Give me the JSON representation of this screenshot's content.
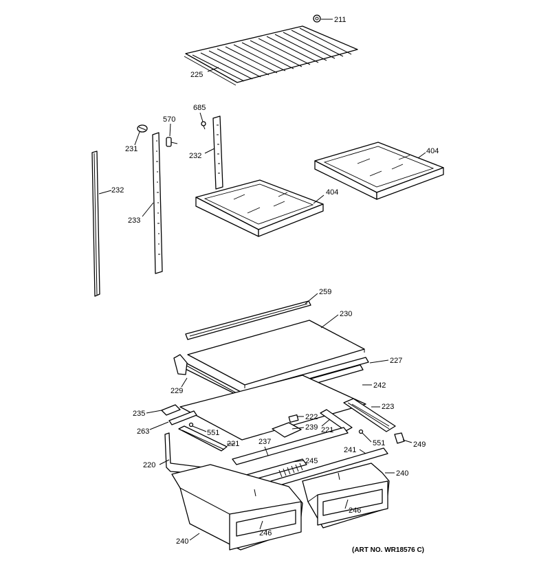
{
  "callouts": {
    "c211": "211",
    "c225": "225",
    "c685": "685",
    "c570": "570",
    "c231": "231",
    "c232a": "232",
    "c232b": "232",
    "c233": "233",
    "c404a": "404",
    "c404b": "404",
    "c259": "259",
    "c230": "230",
    "c227": "227",
    "c229": "229",
    "c242": "242",
    "c223": "223",
    "c235": "235",
    "c222": "222",
    "c263": "263",
    "c239": "239",
    "c551a": "551",
    "c221a": "221",
    "c221b": "221",
    "c237": "237",
    "c551b": "551",
    "c249": "249",
    "c220": "220",
    "c241": "241",
    "c245": "245",
    "c240a": "240",
    "c240b": "240",
    "c246a": "246",
    "c246b": "246"
  },
  "art_number": "(ART NO. WR18576 C)"
}
